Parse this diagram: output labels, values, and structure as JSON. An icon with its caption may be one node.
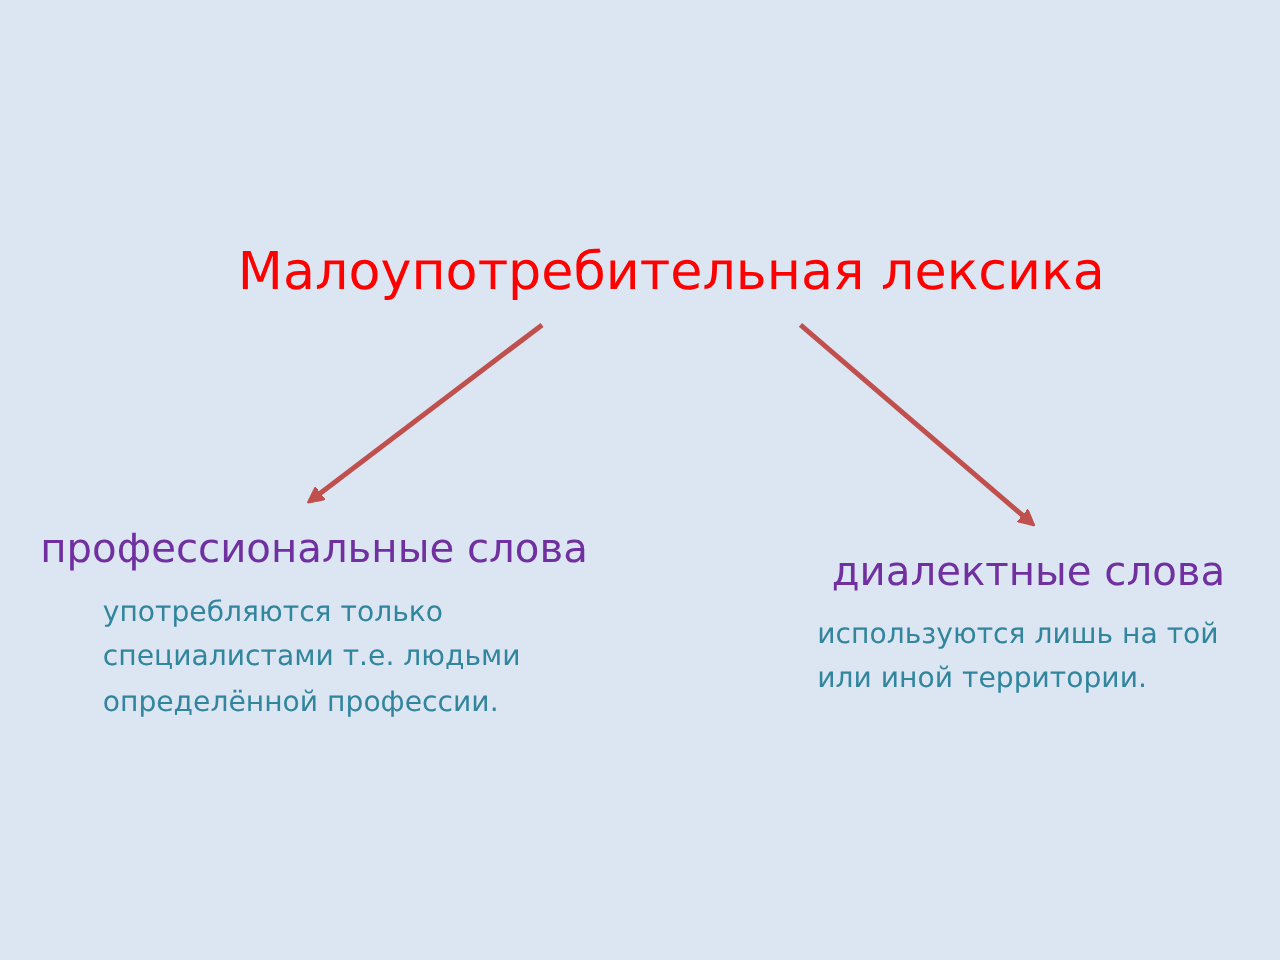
{
  "diagram": {
    "nodes": [
      {
        "text": [
          "Малоупотребительная лексика"
        ]
      },
      {
        "text": [
          "профессиональные слова"
        ],
        "beside": [
          "употребляются только специалистами т.е. людьми определённой профессии."
        ]
      },
      {
        "text": [
          "диалектные слова"
        ],
        "beside": [
          "используются лишь на той или иной территории."
        ]
      }
    ],
    "edges": [
      {
        "from": 0,
        "to": 1,
        "arrow": "to"
      },
      {
        "from": 0,
        "to": 2,
        "arrow": "to"
      }
    ]
  }
}
